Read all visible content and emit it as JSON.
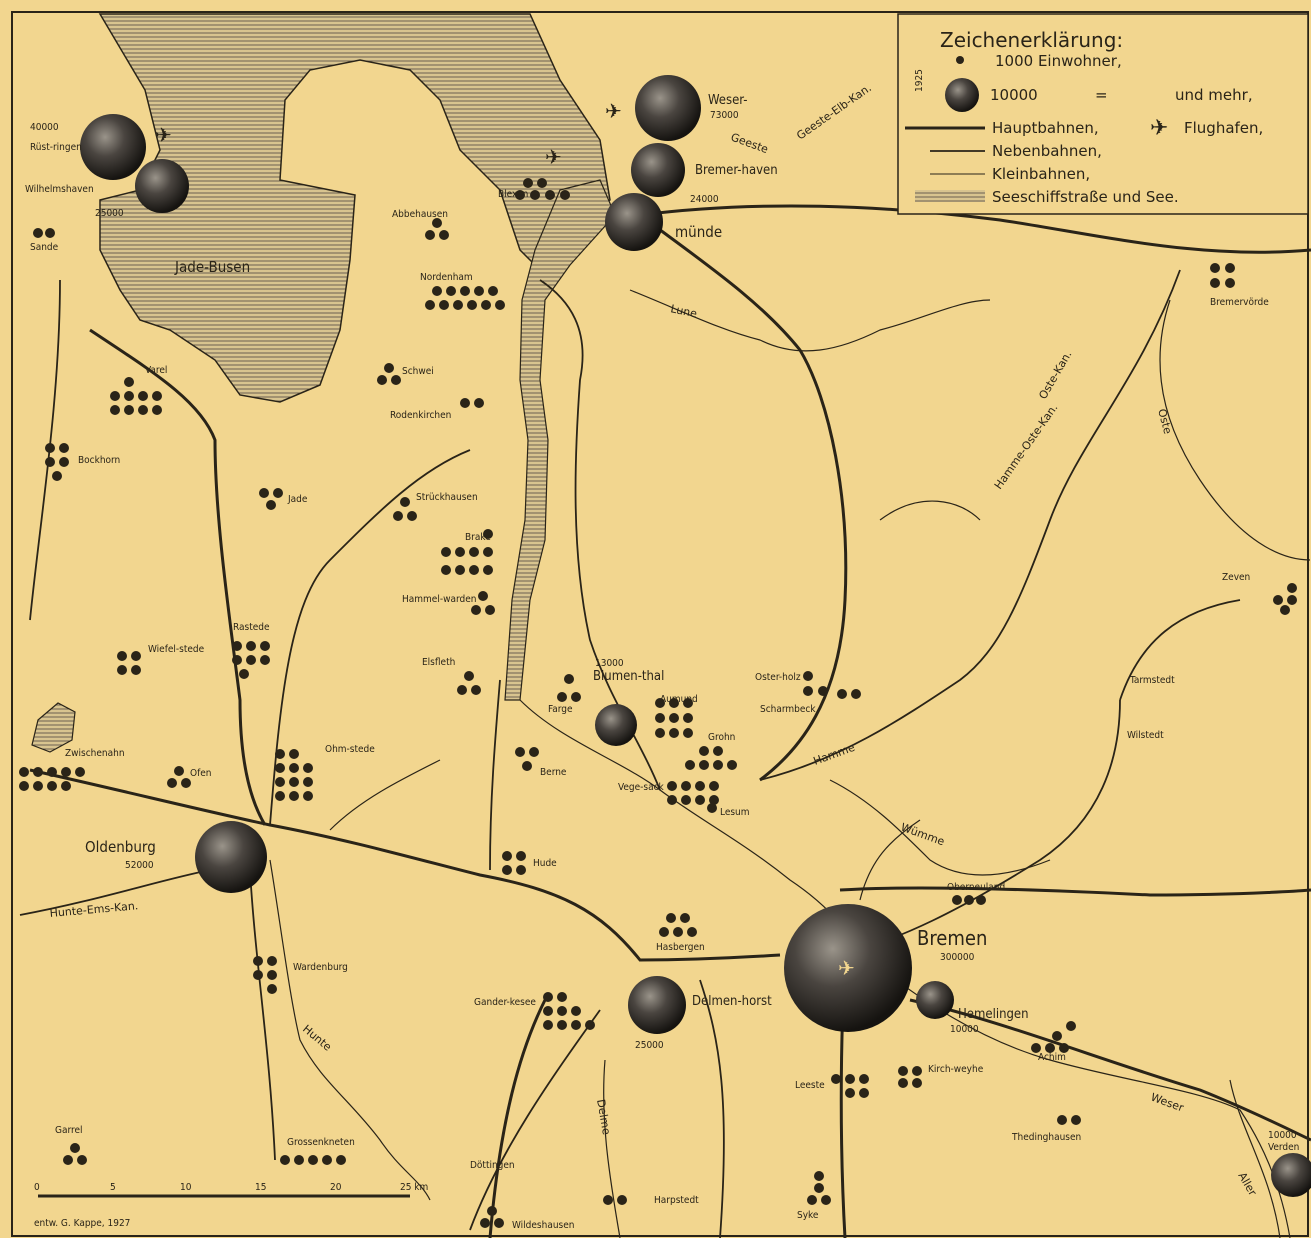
{
  "legend": {
    "title": "Zeichenerklärung:",
    "year": "1925",
    "small_dot": "1000 Einwohner,",
    "big_dot_value": "10000",
    "big_dot_mark": "=",
    "big_dot_suffix": "und mehr,",
    "main_rail": "Hauptbahnen,",
    "airport": "Flughafen,",
    "branch_rail": "Nebenbahnen,",
    "light_rail": "Kleinbahnen,",
    "waterway": "Seeschiffstraße und See."
  },
  "water": {
    "jade_busen": "Jade-Busen"
  },
  "cities": [
    {
      "name": "Rüst-ringen",
      "pop": "40000"
    },
    {
      "name": "Wilhelmshaven",
      "pop": "25000"
    },
    {
      "name": "Weser-",
      "pop": "73000"
    },
    {
      "name": "Bremer-haven",
      "pop": "24000"
    },
    {
      "name": "münde",
      "pop": ""
    },
    {
      "name": "Oldenburg",
      "pop": "52000"
    },
    {
      "name": "Bremen",
      "pop": "300000"
    },
    {
      "name": "Delmen-horst",
      "pop": "25000"
    },
    {
      "name": "Blumen-thal",
      "pop": "13000"
    },
    {
      "name": "Hemelingen",
      "pop": "10000"
    },
    {
      "name": "Verden",
      "pop": "10000"
    }
  ],
  "towns": [
    "Sande",
    "Blexen",
    "Abbehausen",
    "Nordenham",
    "Varel",
    "Schwei",
    "Rodenkirchen",
    "Bockhorn",
    "Jade",
    "Strückhausen",
    "Brake",
    "Hammel-warden",
    "Rastede",
    "Wiefel-stede",
    "Elsfleth",
    "Farge",
    "Aumund",
    "Grohn",
    "Vege-sack",
    "Lesum",
    "Oster-holz",
    "Scharmbeck",
    "Zwischenahn",
    "Ofen",
    "Ohm-stede",
    "Berne",
    "Hude",
    "Oberneuland",
    "Hasbergen",
    "Gander-kesee",
    "Achim",
    "Leeste",
    "Kirch-weyhe",
    "Thedinghausen",
    "Wardenburg",
    "Garrel",
    "Grossenkneten",
    "Döttingen",
    "Wildeshausen",
    "Harpstedt",
    "Syke",
    "Bremervörde",
    "Zeven",
    "Tarmstedt",
    "Wilstedt"
  ],
  "rivers": [
    "Geeste",
    "Lune",
    "Hamme",
    "Oste",
    "Wümme",
    "Weser",
    "Hunte",
    "Delme",
    "Aller",
    "Geeste-Elb-Kan.",
    "Oste-Kan.",
    "Hunte-Ems-Kan.",
    "Hamme-Oste-Kan."
  ],
  "scale": {
    "ticks": [
      "0",
      "5",
      "10",
      "15",
      "20",
      "25 km"
    ]
  },
  "credit": "entw. G. Kappe, 1927"
}
